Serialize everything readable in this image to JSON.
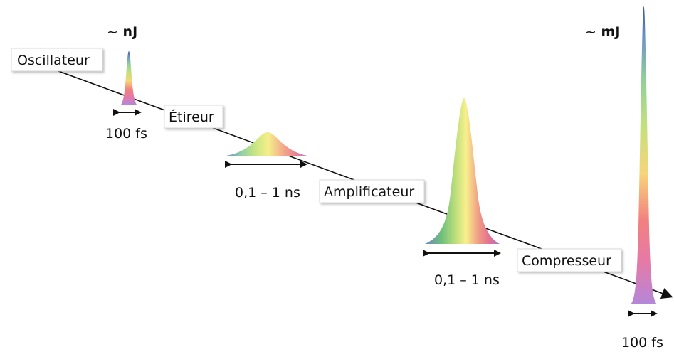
{
  "stages": {
    "oscillator": "Oscillateur",
    "stretcher": "Étireur",
    "amplifier": "Amplificateur",
    "compressor": "Compresseur"
  },
  "energy": {
    "input": "nJ",
    "output": "mJ",
    "tilde": "~"
  },
  "durations": {
    "initial": "100 fs",
    "stretched": "0,1 – 1 ns",
    "amplified": "0,1 – 1 ns",
    "final": "100 fs"
  }
}
